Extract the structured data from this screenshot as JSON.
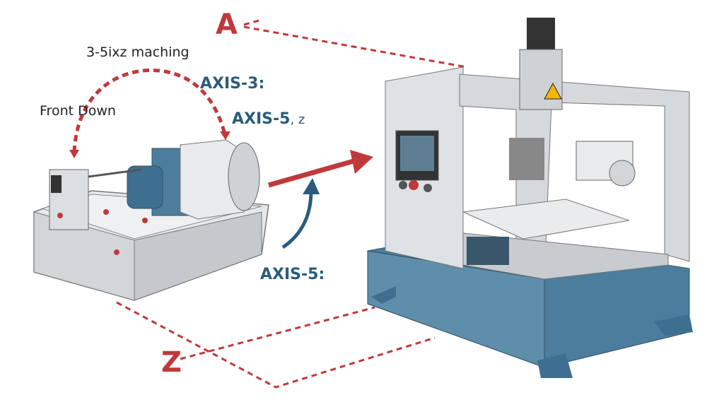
{
  "labels": {
    "a": "A",
    "z": "Z",
    "title": "3-5ixz maching",
    "front_down": "Front  Down",
    "axis_3": "AXIS-3:",
    "axis_5z": "AXIS-5",
    "axis_5z_suffix": ", z",
    "axis_5": "AXIS-5:"
  },
  "colors": {
    "accent_red": "#c0393b",
    "axis_blue": "#2b5c7c",
    "machine_blue": "#4d7d9c",
    "machine_gray": "#dfe2e4"
  }
}
